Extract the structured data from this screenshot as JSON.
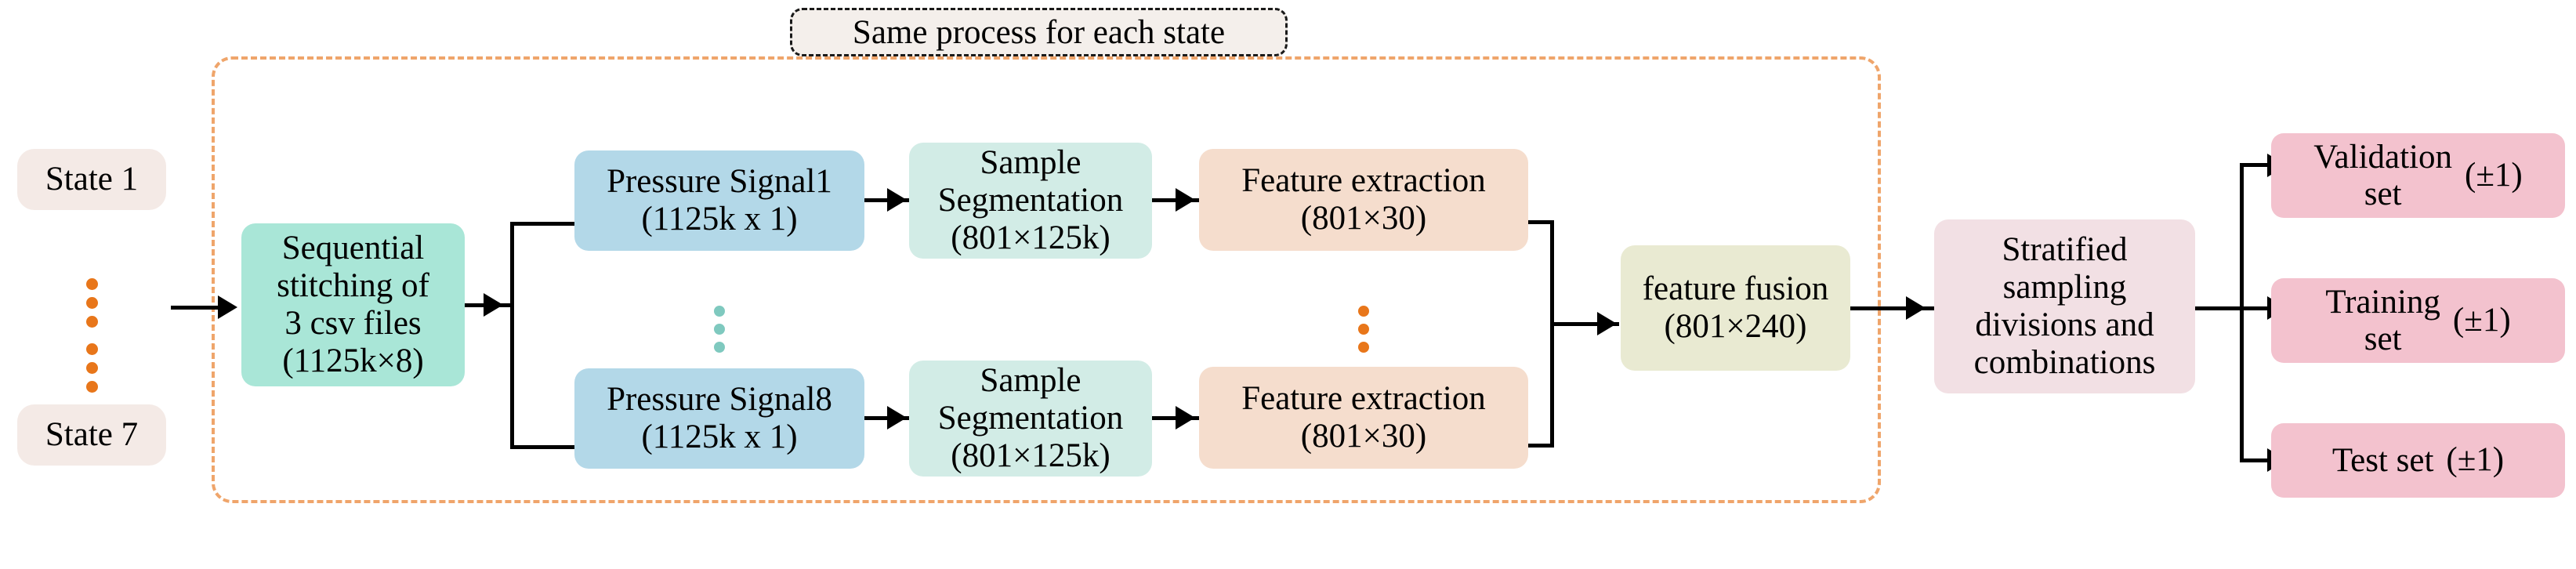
{
  "title": "Data processing pipeline flowchart",
  "callout": {
    "label": "Same process for each state"
  },
  "states": {
    "first": "State 1",
    "last": "State 7",
    "ellipsis_icon": "vertical-ellipsis"
  },
  "stitch": {
    "line1": "Sequential",
    "line2": "stitching of",
    "line3": "3 csv files",
    "line4": "(1125k×8)"
  },
  "signals": [
    {
      "name": "Pressure Signal1",
      "shape": "(1125k x 1)"
    },
    {
      "name": "Pressure Signal8",
      "shape": "(1125k x 1)"
    }
  ],
  "segmentation": [
    {
      "line1": "Sample",
      "line2": "Segmentation",
      "shape": "(801×125k)"
    },
    {
      "line1": "Sample",
      "line2": "Segmentation",
      "shape": "(801×125k)"
    }
  ],
  "extraction": [
    {
      "name": "Feature extraction",
      "shape": "(801×30)"
    },
    {
      "name": "Feature extraction",
      "shape": "(801×30)"
    }
  ],
  "fusion": {
    "name": "feature fusion",
    "shape": "(801×240)"
  },
  "stratified": {
    "line1": "Stratified",
    "line2": "sampling",
    "line3": "divisions and",
    "line4": "combinations"
  },
  "splits": [
    {
      "line1": "Validation",
      "line2": "set",
      "suffix": "(±1)"
    },
    {
      "line1": "Training",
      "line2": "set",
      "suffix": "(±1)"
    },
    {
      "line1": "Test set",
      "line2": "",
      "suffix": "(±1)"
    }
  ],
  "colors": {
    "state": "#f4eae6",
    "stitch": "#a9e6d7",
    "signal": "#b3d8e8",
    "segment": "#d2ece6",
    "feature": "#f5ddcd",
    "fusion": "#e9ead2",
    "stratified": "#f2e0e4",
    "split": "#f3c2ce",
    "region_border": "#efa56b",
    "dot": "#e8761a",
    "line": "#000000",
    "callout_bg": "#f4efeb"
  }
}
